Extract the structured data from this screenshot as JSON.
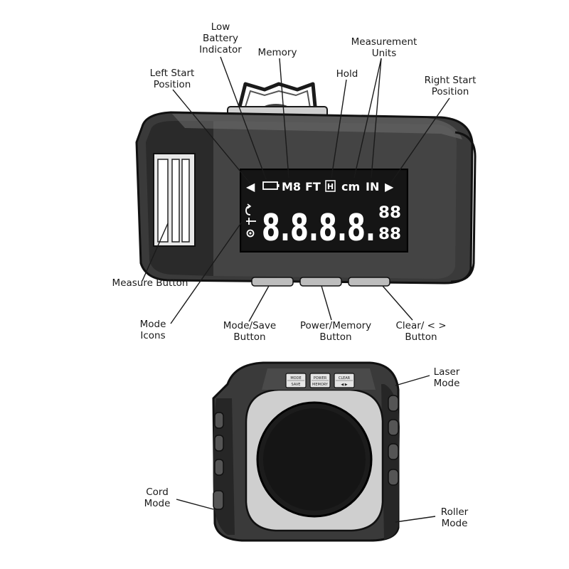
{
  "labels": {
    "low_battery": [
      "Low",
      "Battery",
      "Indicator"
    ],
    "memory": [
      "Memory"
    ],
    "measurement_units": [
      "Measurement",
      "Units"
    ],
    "hold": [
      "Hold"
    ],
    "left_start": [
      "Left Start",
      "Position"
    ],
    "right_start": [
      "Right Start",
      "Position"
    ],
    "measure_button": [
      "Measure Button"
    ],
    "mode_icons": [
      "Mode",
      "Icons"
    ],
    "mode_save_button": [
      "Mode/Save",
      "Button"
    ],
    "power_memory_button": [
      "Power/Memory",
      "Button"
    ],
    "clear_button": [
      "Clear/ < >",
      "Button"
    ],
    "laser_mode": [
      "Laser",
      "Mode"
    ],
    "cord_mode": [
      "Cord",
      "Mode"
    ],
    "roller_mode": [
      "Roller",
      "Mode"
    ]
  },
  "lcd": {
    "left_arrow": "◀",
    "right_arrow": "▶",
    "memory": "M8",
    "unit_ft": "FT",
    "hold": "H",
    "unit_cm": "cm",
    "unit_in": "IN",
    "main_digits": "8.8.8.8.",
    "small_top": "88",
    "small_bottom": "88"
  },
  "buttons": {
    "mode_save": [
      "MODE",
      "SAVE"
    ],
    "power_memory": [
      "POWER",
      "MEMORY"
    ],
    "clear": [
      "CLEAR",
      "◀ ▶"
    ]
  },
  "colors": {
    "body": "#3a3a3a",
    "body_dark": "#1c1c1c",
    "lcd": "#111111",
    "line": "#1a1a1a"
  }
}
